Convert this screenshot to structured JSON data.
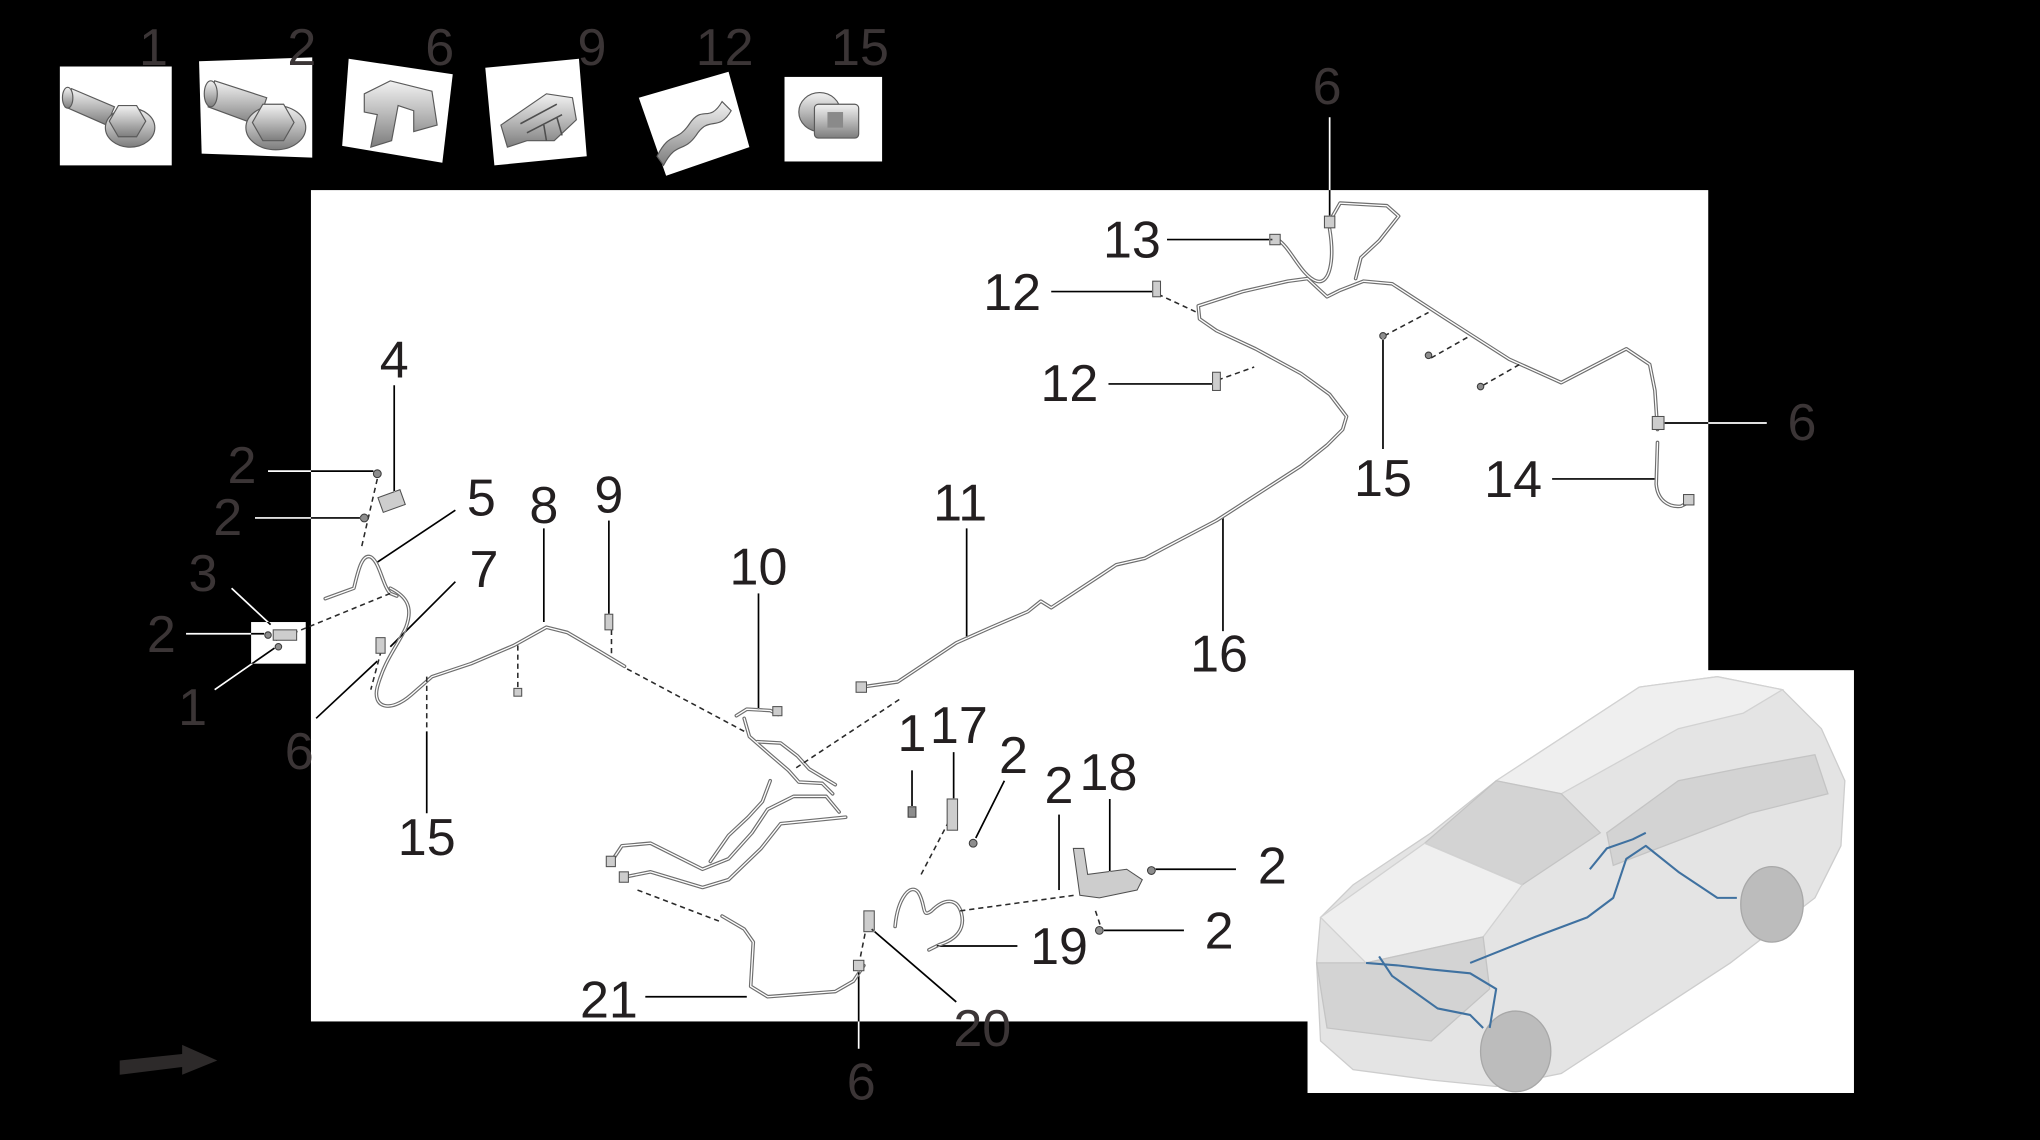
{
  "legend": {
    "numbers": [
      "1",
      "2",
      "6",
      "9",
      "12",
      "15"
    ],
    "icons": [
      "flange-bolt-icon",
      "flange-bolt-large-icon",
      "clip-bracket-icon",
      "line-clip-icon",
      "wave-clip-icon",
      "grommet-clip-icon"
    ]
  },
  "callouts": [
    "6",
    "13",
    "12",
    "12",
    "15",
    "6",
    "14",
    "4",
    "2",
    "2",
    "5",
    "8",
    "9",
    "3",
    "7",
    "2",
    "1",
    "6",
    "15",
    "10",
    "11",
    "16",
    "1",
    "17",
    "2",
    "2",
    "18",
    "2",
    "2",
    "19",
    "21",
    "20",
    "6"
  ],
  "colors": {
    "preview_brake_lines": "#3f71a0",
    "background": "#000000",
    "panel": "#ffffff"
  }
}
